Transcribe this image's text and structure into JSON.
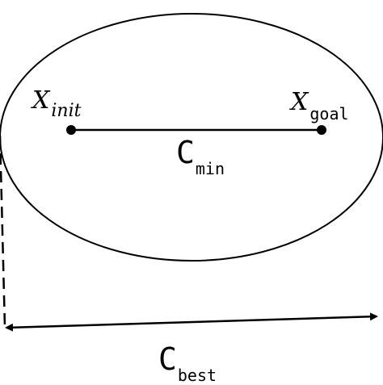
{
  "diagram": {
    "labels": {
      "x_init": {
        "main": "X",
        "sub": "init"
      },
      "x_goal": {
        "main": "X",
        "sub": "goal"
      },
      "c_min": {
        "main": "C",
        "sub": "min"
      },
      "c_best": {
        "main": "C",
        "sub": "best"
      }
    },
    "colors": {
      "stroke": "#000000",
      "background": "#ffffff"
    }
  }
}
